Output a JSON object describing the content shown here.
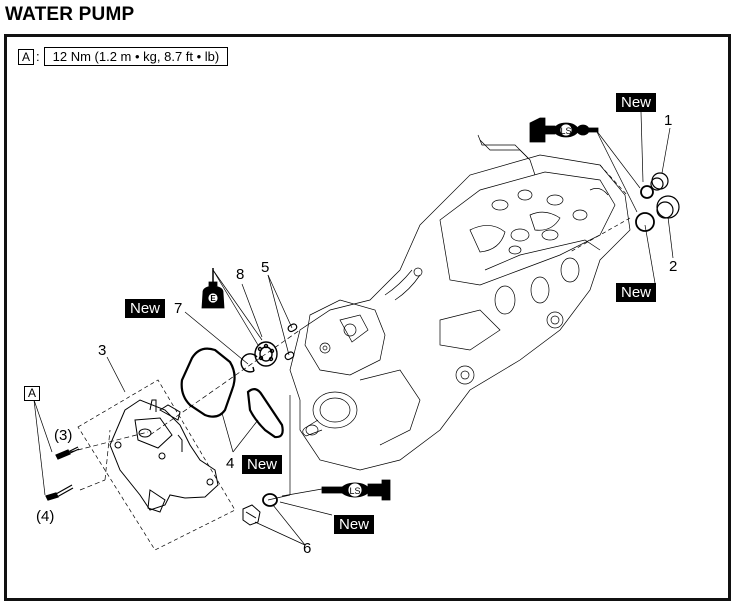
{
  "title": "WATER PUMP",
  "spec": {
    "marker": "A",
    "separator": ":",
    "torque": "12 Nm (1.2 m • kg, 8.7 ft • lb)"
  },
  "callouts": {
    "n1": "1",
    "n2": "2",
    "n3": "3",
    "n4": "4",
    "n5": "5",
    "n6": "6",
    "n7": "7",
    "n8": "8",
    "p3": "(3)",
    "p4": "(4)",
    "markerA": "A"
  },
  "badges": {
    "new_top": "New",
    "new_right": "New",
    "new_7": "New",
    "new_4": "New",
    "new_6": "New"
  },
  "symbols": {
    "lithium_soap_grease": "LS",
    "engine_oil": "E"
  },
  "colors": {
    "line": "#000000",
    "background": "#ffffff",
    "badge_bg": "#000000",
    "badge_text": "#ffffff"
  }
}
